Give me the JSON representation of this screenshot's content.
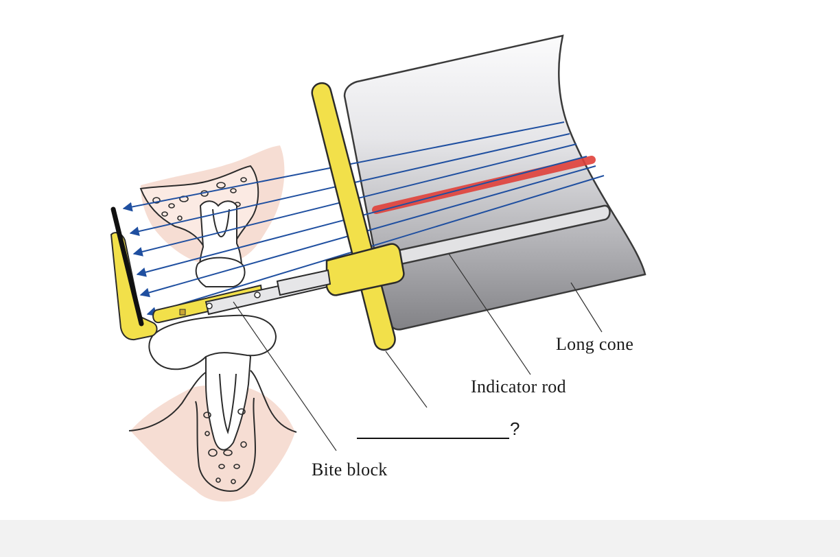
{
  "labels": {
    "long_cone": "Long cone",
    "indicator_rod": "Indicator rod",
    "bite_block": "Bite block",
    "unknown": "?"
  },
  "colors": {
    "tissue": "#f6ddd3",
    "bone_outline": "#2b2b2b",
    "ring": "#f2e04a",
    "ring_outline": "#6b6320",
    "beam": "#1f4fa0",
    "central_ray": "#e0413a",
    "cone_light": "#f4f4f6",
    "cone_dark": "#8a8a8e",
    "film": "#111111",
    "footer": "#f2f2f2"
  },
  "icons": [
    "beam-arrow-icon"
  ]
}
